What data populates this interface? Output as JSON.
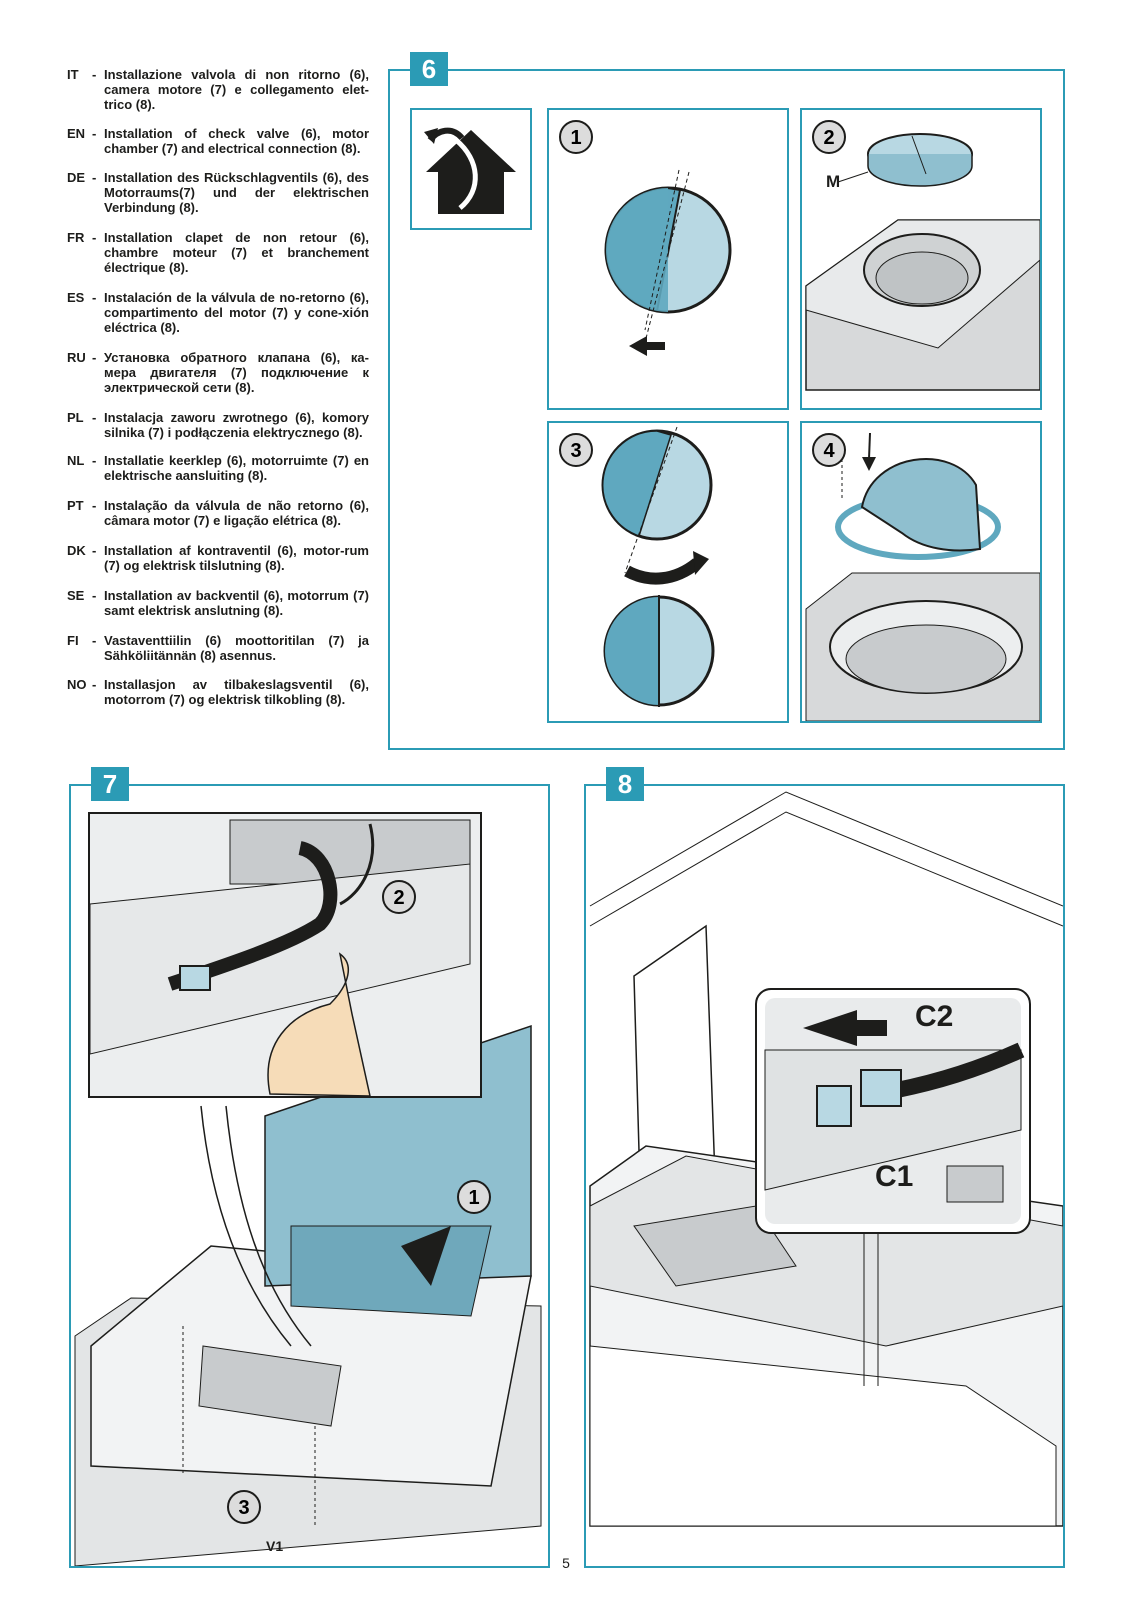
{
  "instructions": [
    {
      "code": "IT",
      "text": "Installazione valvola di non ritorno (6), camera motore (7) e collegamento elet-trico (8)."
    },
    {
      "code": "EN",
      "text": "Installation of check valve (6), motor chamber (7) and electrical connection (8)."
    },
    {
      "code": "DE",
      "text": "Installation des Rückschlagventils (6), des Motorraums(7) und der elektrischen Verbindung (8)."
    },
    {
      "code": "FR",
      "text": "Installation clapet de non retour (6), chambre moteur (7) et branchement électrique (8)."
    },
    {
      "code": "ES",
      "text": "Instalación de la válvula de no-retorno (6), compartimento del motor (7) y cone-xión eléctrica (8)."
    },
    {
      "code": "RU",
      "text": "Установка обратного клапана (6), ка-мера двигателя (7) подключение к электрической сети (8)."
    },
    {
      "code": "PL",
      "text": "Instalacja zaworu zwrotnego (6), komory silnika (7) i podłączenia elektrycznego (8)."
    },
    {
      "code": "NL",
      "text": "Installatie keerklep (6), motorruimte (7) en elektrische aansluiting (8)."
    },
    {
      "code": "PT",
      "text": "Instalação da válvula de não retorno (6), câmara motor (7) e ligação elétrica (8)."
    },
    {
      "code": "DK",
      "text": "Installation af kontraventil (6), motor-rum (7) og elektrisk tilslutning (8)."
    },
    {
      "code": "SE",
      "text": "Installation av backventil (6), motorrum (7) samt elektrisk anslutning (8)."
    },
    {
      "code": "FI",
      "text": "Vastaventtiilin (6) moottoritilan (7) ja Sähköliitännän (8) asennus."
    },
    {
      "code": "NO",
      "text": "Installasjon av tilbakeslagsventil (6), motorrom (7) og elektrisk tilkobling (8)."
    }
  ],
  "steps": {
    "step6": "6",
    "step7": "7",
    "step8": "8"
  },
  "step6_panels": {
    "p1": "1",
    "p2": "2",
    "p3": "3",
    "p4": "4",
    "label_m": "M"
  },
  "step7_callouts": {
    "c1": "1",
    "c2": "2",
    "c3": "3",
    "label_v1": "V1"
  },
  "step8_labels": {
    "c1": "C1",
    "c2": "C2"
  },
  "page_number": "5",
  "colors": {
    "accent": "#2b9bb5",
    "valve_dark": "#5fa8bf",
    "valve_light": "#b8d8e3",
    "chamber": "#8fbfcf"
  }
}
